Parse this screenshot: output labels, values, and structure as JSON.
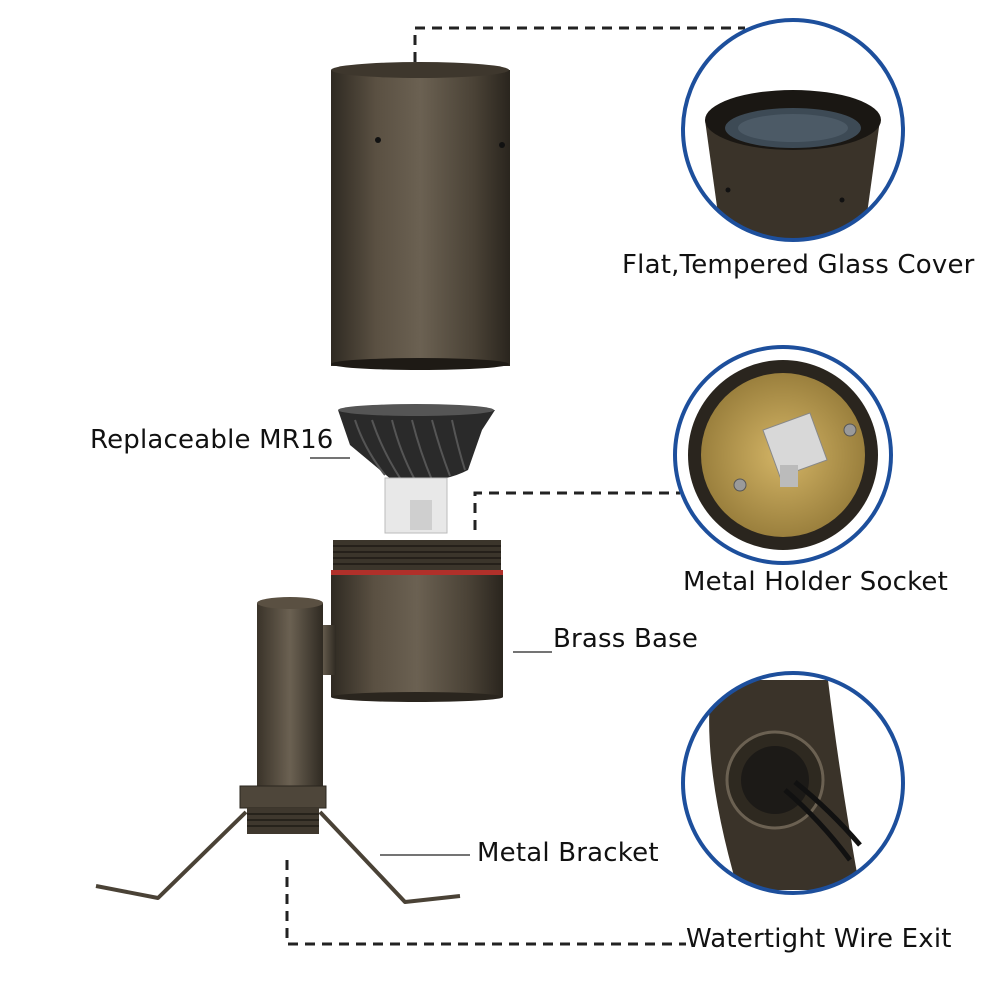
{
  "diagram": {
    "labels": {
      "glass_cover": "Flat,Tempered Glass Cover",
      "mr16": "Replaceable MR16",
      "holder_socket": "Metal Holder Socket",
      "brass_base": "Brass Base",
      "metal_bracket": "Metal Bracket",
      "wire_exit": "Watertight Wire Exit"
    },
    "colors": {
      "bronze": "#4a4236",
      "bronze_dark": "#2f2a22",
      "bronze_light": "#6b6152",
      "brass_plate": "#b89a4e",
      "gasket_red": "#b0302a",
      "circle_border": "#1d4f9c",
      "lamp_black": "#2a2a2a",
      "dash": "#222222"
    },
    "icons": [
      "cylinder-shroud",
      "mr16-bulb",
      "brass-base",
      "mounting-stem",
      "bracket",
      "socket-detail",
      "wire-exit-detail",
      "shroud-detail"
    ]
  }
}
